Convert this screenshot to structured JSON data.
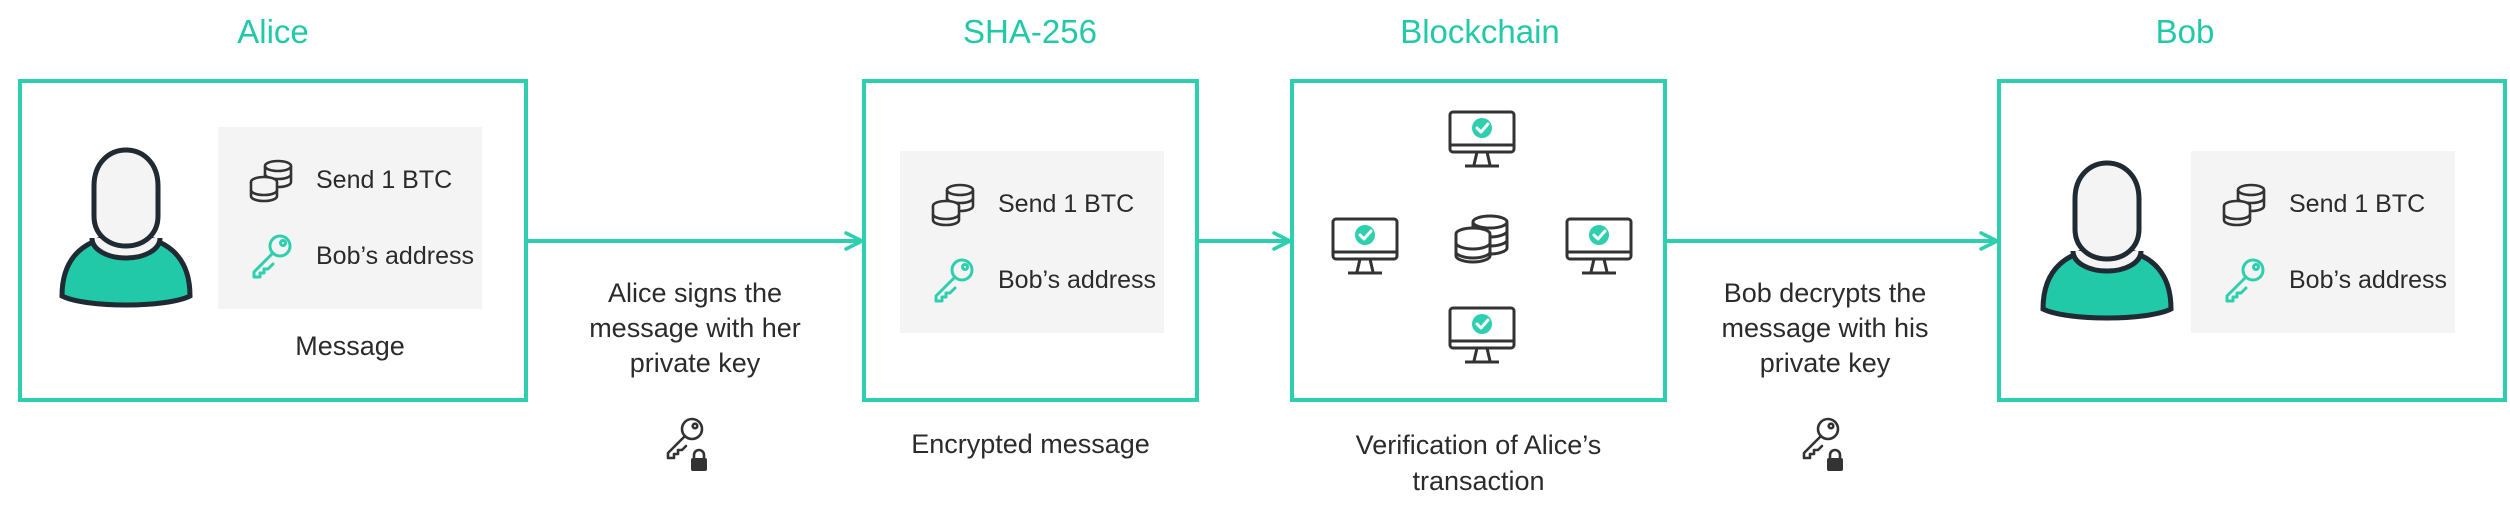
{
  "colors": {
    "accent": "#2ecfae",
    "title": "#22c9a8",
    "panel": "#f4f4f4",
    "text": "#2b2b2b",
    "icon": "#333333"
  },
  "titles": {
    "alice": "Alice",
    "sha": "SHA-256",
    "blockchain": "Blockchain",
    "bob": "Bob"
  },
  "message_rows": {
    "send": "Send 1 BTC",
    "address": "Bob’s address"
  },
  "captions": {
    "message": "Message",
    "encrypted": "Encrypted message",
    "verification_line1": "Verification of Alice’s",
    "verification_line2": "transaction",
    "alice_signs_line1": "Alice signs the",
    "alice_signs_line2": "message with her",
    "alice_signs_line3": "private key",
    "bob_decrypts_line1": "Bob decrypts the",
    "bob_decrypts_line2": "message with his",
    "bob_decrypts_line3": "private key"
  },
  "icons": {
    "person": "person-icon",
    "coins": "coins-icon",
    "key": "key-icon",
    "key_lock": "private-key-lock-icon",
    "monitor": "monitor-check-icon",
    "database": "coin-stack-icon"
  }
}
